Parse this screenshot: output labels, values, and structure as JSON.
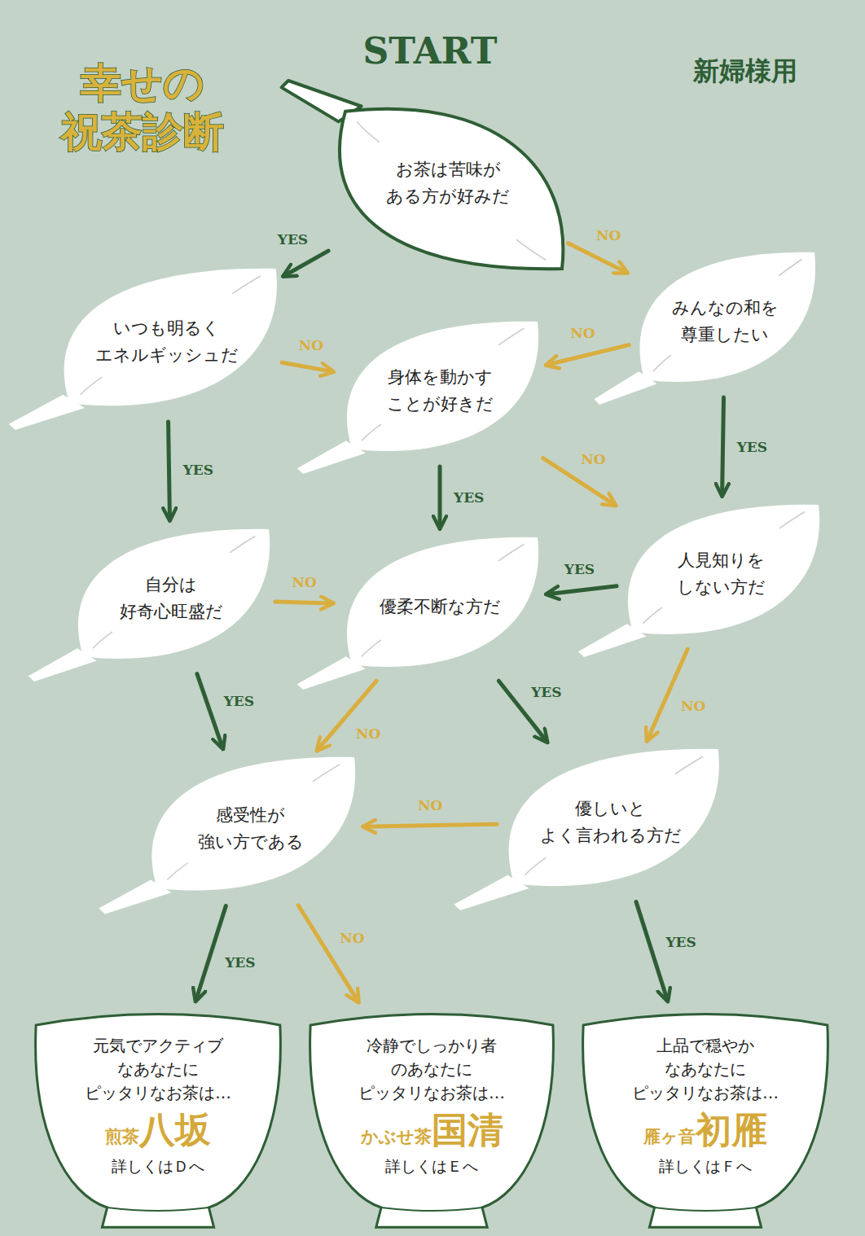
{
  "diagram": {
    "title": "幸せの 祝茶診断",
    "nodes": [
      {
        "text": [
          "お茶は苦味が ある方が好みだ"
        ]
      },
      {
        "text": [
          "いつも明るく エネルギッシュだ"
        ]
      },
      {
        "text": [
          "身体を動かす ことが好きだ"
        ]
      },
      {
        "text": [
          "みんなの和を 尊重したい"
        ]
      },
      {
        "text": [
          "自分は 好奇心旺盛だ"
        ]
      },
      {
        "text": [
          "優柔不断な方だ"
        ]
      },
      {
        "text": [
          "人見知りを しない方だ"
        ]
      },
      {
        "text": [
          "感受性が 強い方である"
        ]
      },
      {
        "text": [
          "優しいと よく言われる方だ"
        ]
      },
      {
        "text": [
          "元気でアクティブ なあなたに ピッタリなお茶は…",
          "煎茶",
          "八坂",
          "詳しくはＤへ"
        ]
      },
      {
        "text": [
          "冷静でしっかり者 のあなたに ピッタリなお茶は…",
          "かぶせ茶",
          "国清",
          "詳しくはＥへ"
        ]
      },
      {
        "text": [
          "上品で穏やか なあなたに ピッタリなお茶は…",
          "雁ヶ音",
          "初雁",
          "詳しくはＦへ"
        ]
      }
    ],
    "edges": [
      {
        "from": 0,
        "to": 1,
        "label": "YES",
        "arrow": "to"
      },
      {
        "from": 0,
        "to": 3,
        "label": "NO",
        "arrow": "to"
      },
      {
        "from": 1,
        "to": 2,
        "label": "NO",
        "arrow": "to"
      },
      {
        "from": 1,
        "to": 4,
        "label": "YES",
        "arrow": "to"
      },
      {
        "from": 3,
        "to": 2,
        "label": "NO",
        "arrow": "to"
      },
      {
        "from": 3,
        "to": 6,
        "label": "YES",
        "arrow": "to"
      },
      {
        "from": 2,
        "to": 5,
        "label": "YES",
        "arrow": "to"
      },
      {
        "from": 2,
        "to": 6,
        "label": "NO",
        "arrow": "to"
      },
      {
        "from": 4,
        "to": 5,
        "label": "NO",
        "arrow": "to"
      },
      {
        "from": 4,
        "to": 7,
        "label": "YES",
        "arrow": "to"
      },
      {
        "from": 6,
        "to": 5,
        "label": "YES",
        "arrow": "to"
      },
      {
        "from": 6,
        "to": 8,
        "label": "NO",
        "arrow": "to"
      },
      {
        "from": 5,
        "to": 7,
        "label": "NO",
        "arrow": "to"
      },
      {
        "from": 5,
        "to": 8,
        "label": "YES",
        "arrow": "to"
      },
      {
        "from": 8,
        "to": 7,
        "label": "NO",
        "arrow": "to"
      },
      {
        "from": 8,
        "to": 11,
        "label": "YES",
        "arrow": "to"
      },
      {
        "from": 7,
        "to": 9,
        "label": "YES",
        "arrow": "to"
      },
      {
        "from": 7,
        "to": 10,
        "label": "NO",
        "arrow": "to"
      }
    ],
    "labels": [
      "START",
      "新婦様用"
    ]
  }
}
